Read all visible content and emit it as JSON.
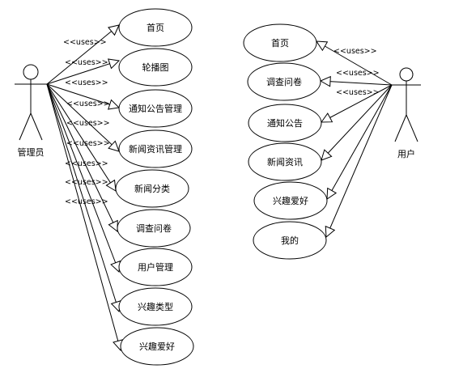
{
  "actors": [
    {
      "id": "admin",
      "label": "管理员"
    },
    {
      "id": "user",
      "label": "用户"
    }
  ],
  "stereotype": "<<uses>>",
  "use_cases": [
    {
      "id": "a1",
      "actor": "admin",
      "label": "首页",
      "stereotype_shown": true
    },
    {
      "id": "a2",
      "actor": "admin",
      "label": "轮播图",
      "stereotype_shown": true
    },
    {
      "id": "a3",
      "actor": "admin",
      "label": "通知公告管理",
      "stereotype_shown": true
    },
    {
      "id": "a4",
      "actor": "admin",
      "label": "新闻资讯管理",
      "stereotype_shown": true
    },
    {
      "id": "a5",
      "actor": "admin",
      "label": "新闻分类",
      "stereotype_shown": true
    },
    {
      "id": "a6",
      "actor": "admin",
      "label": "调查问卷",
      "stereotype_shown": true
    },
    {
      "id": "a7",
      "actor": "admin",
      "label": "用户管理",
      "stereotype_shown": true
    },
    {
      "id": "a8",
      "actor": "admin",
      "label": "兴趣类型",
      "stereotype_shown": true
    },
    {
      "id": "a9",
      "actor": "admin",
      "label": "兴趣爱好",
      "stereotype_shown": true
    },
    {
      "id": "u1",
      "actor": "user",
      "label": "首页",
      "stereotype_shown": true
    },
    {
      "id": "u2",
      "actor": "user",
      "label": "调查问卷",
      "stereotype_shown": true
    },
    {
      "id": "u3",
      "actor": "user",
      "label": "通知公告",
      "stereotype_shown": true
    },
    {
      "id": "u4",
      "actor": "user",
      "label": "新闻资讯",
      "stereotype_shown": false
    },
    {
      "id": "u5",
      "actor": "user",
      "label": "兴趣爱好",
      "stereotype_shown": false
    },
    {
      "id": "u6",
      "actor": "user",
      "label": "我的",
      "stereotype_shown": false
    }
  ]
}
